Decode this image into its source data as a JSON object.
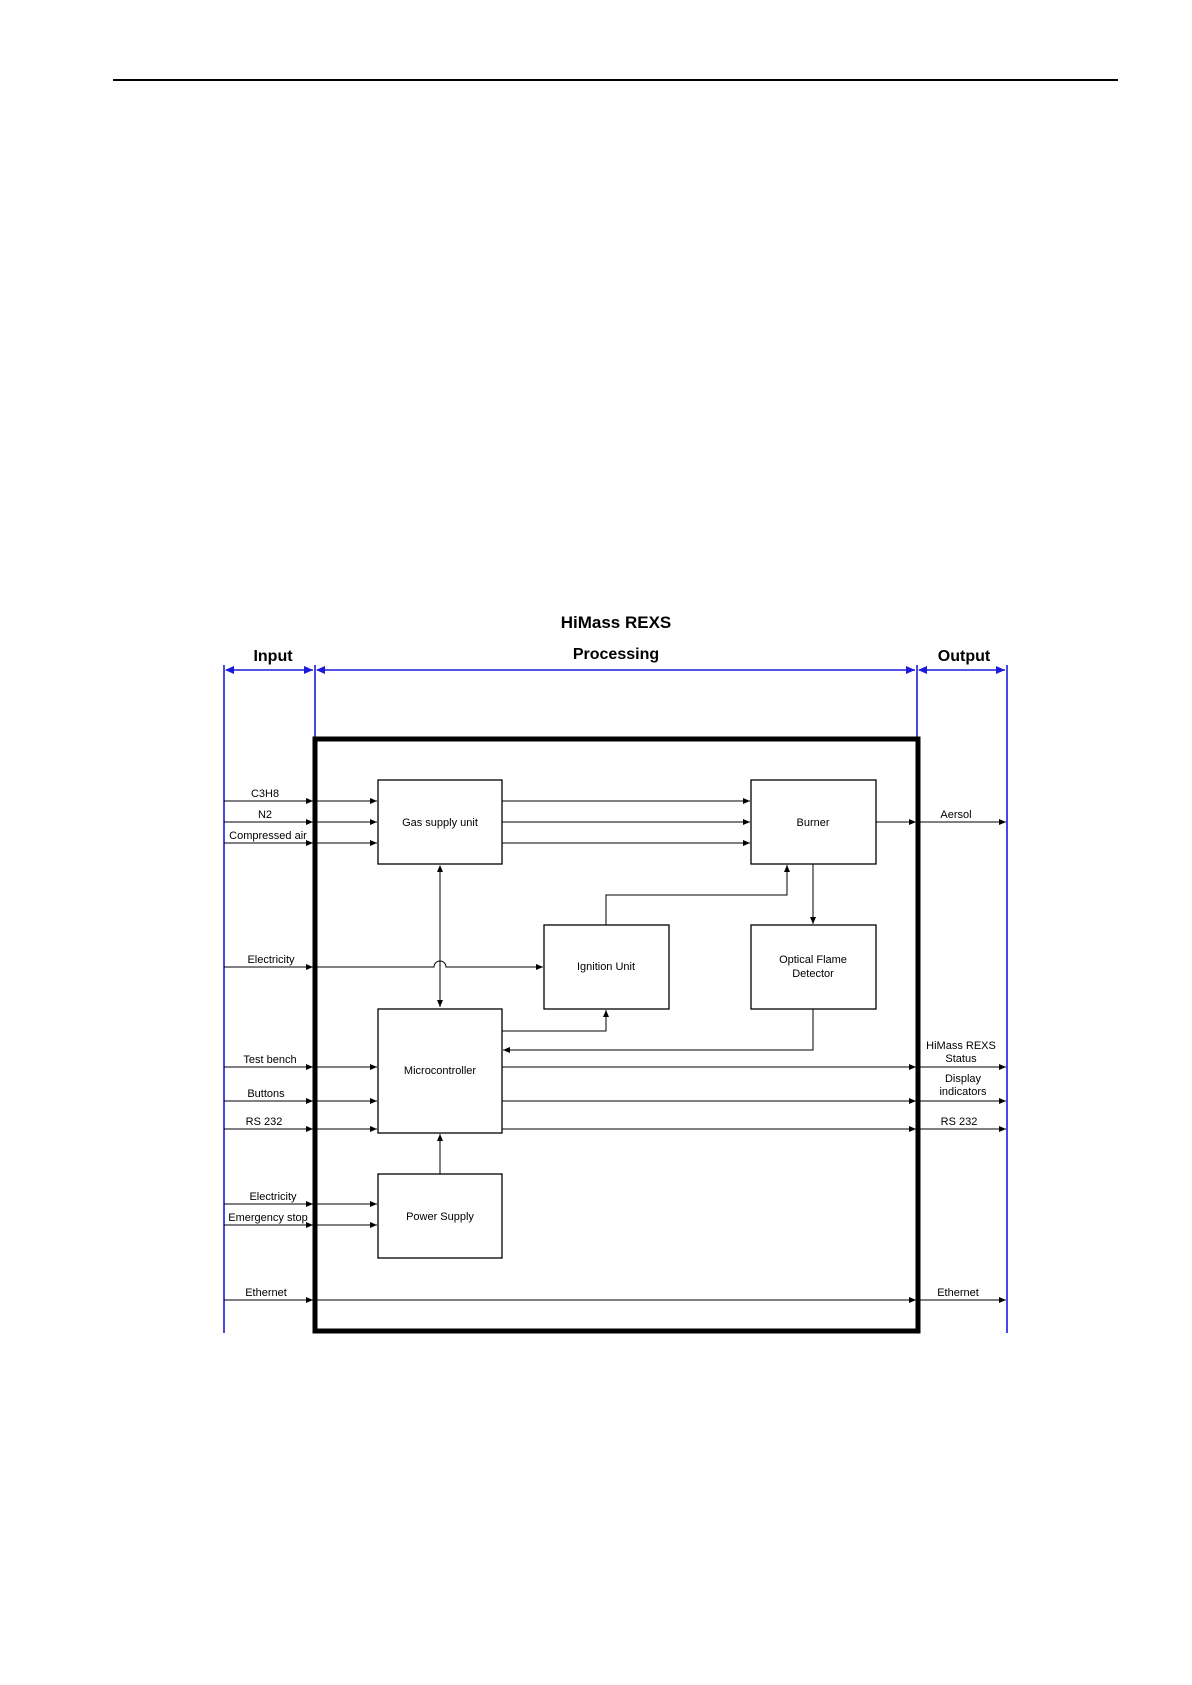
{
  "diagram": {
    "title": "HiMass REXS",
    "sections": {
      "input": "Input",
      "processing": "Processing",
      "output": "Output"
    },
    "blocks": {
      "gas_supply": [
        "Gas supply unit"
      ],
      "burner": [
        "Burner"
      ],
      "ignition": [
        "Ignition Unit"
      ],
      "flame_detector": [
        "Optical Flame",
        "Detector"
      ],
      "microcontroller": [
        "Microcontroller"
      ],
      "power_supply": [
        "Power Supply"
      ]
    },
    "inputs": {
      "c3h8": "C3H8",
      "n2": "N2",
      "compressed_air": "Compressed air",
      "electricity_1": "Electricity",
      "test_bench": "Test bench",
      "buttons": "Buttons",
      "rs232": "RS 232",
      "electricity_2": "Electricity",
      "emergency_stop": "Emergency stop",
      "ethernet": "Ethernet"
    },
    "outputs": {
      "aersol": "Aersol",
      "status_1": "HiMass REXS",
      "status_2": "Status",
      "display_1": "Display",
      "display_2": "indicators",
      "rs232": "RS 232",
      "ethernet": "Ethernet"
    },
    "colors": {
      "boundary": "#1a1adb",
      "lines": "#000000"
    }
  }
}
